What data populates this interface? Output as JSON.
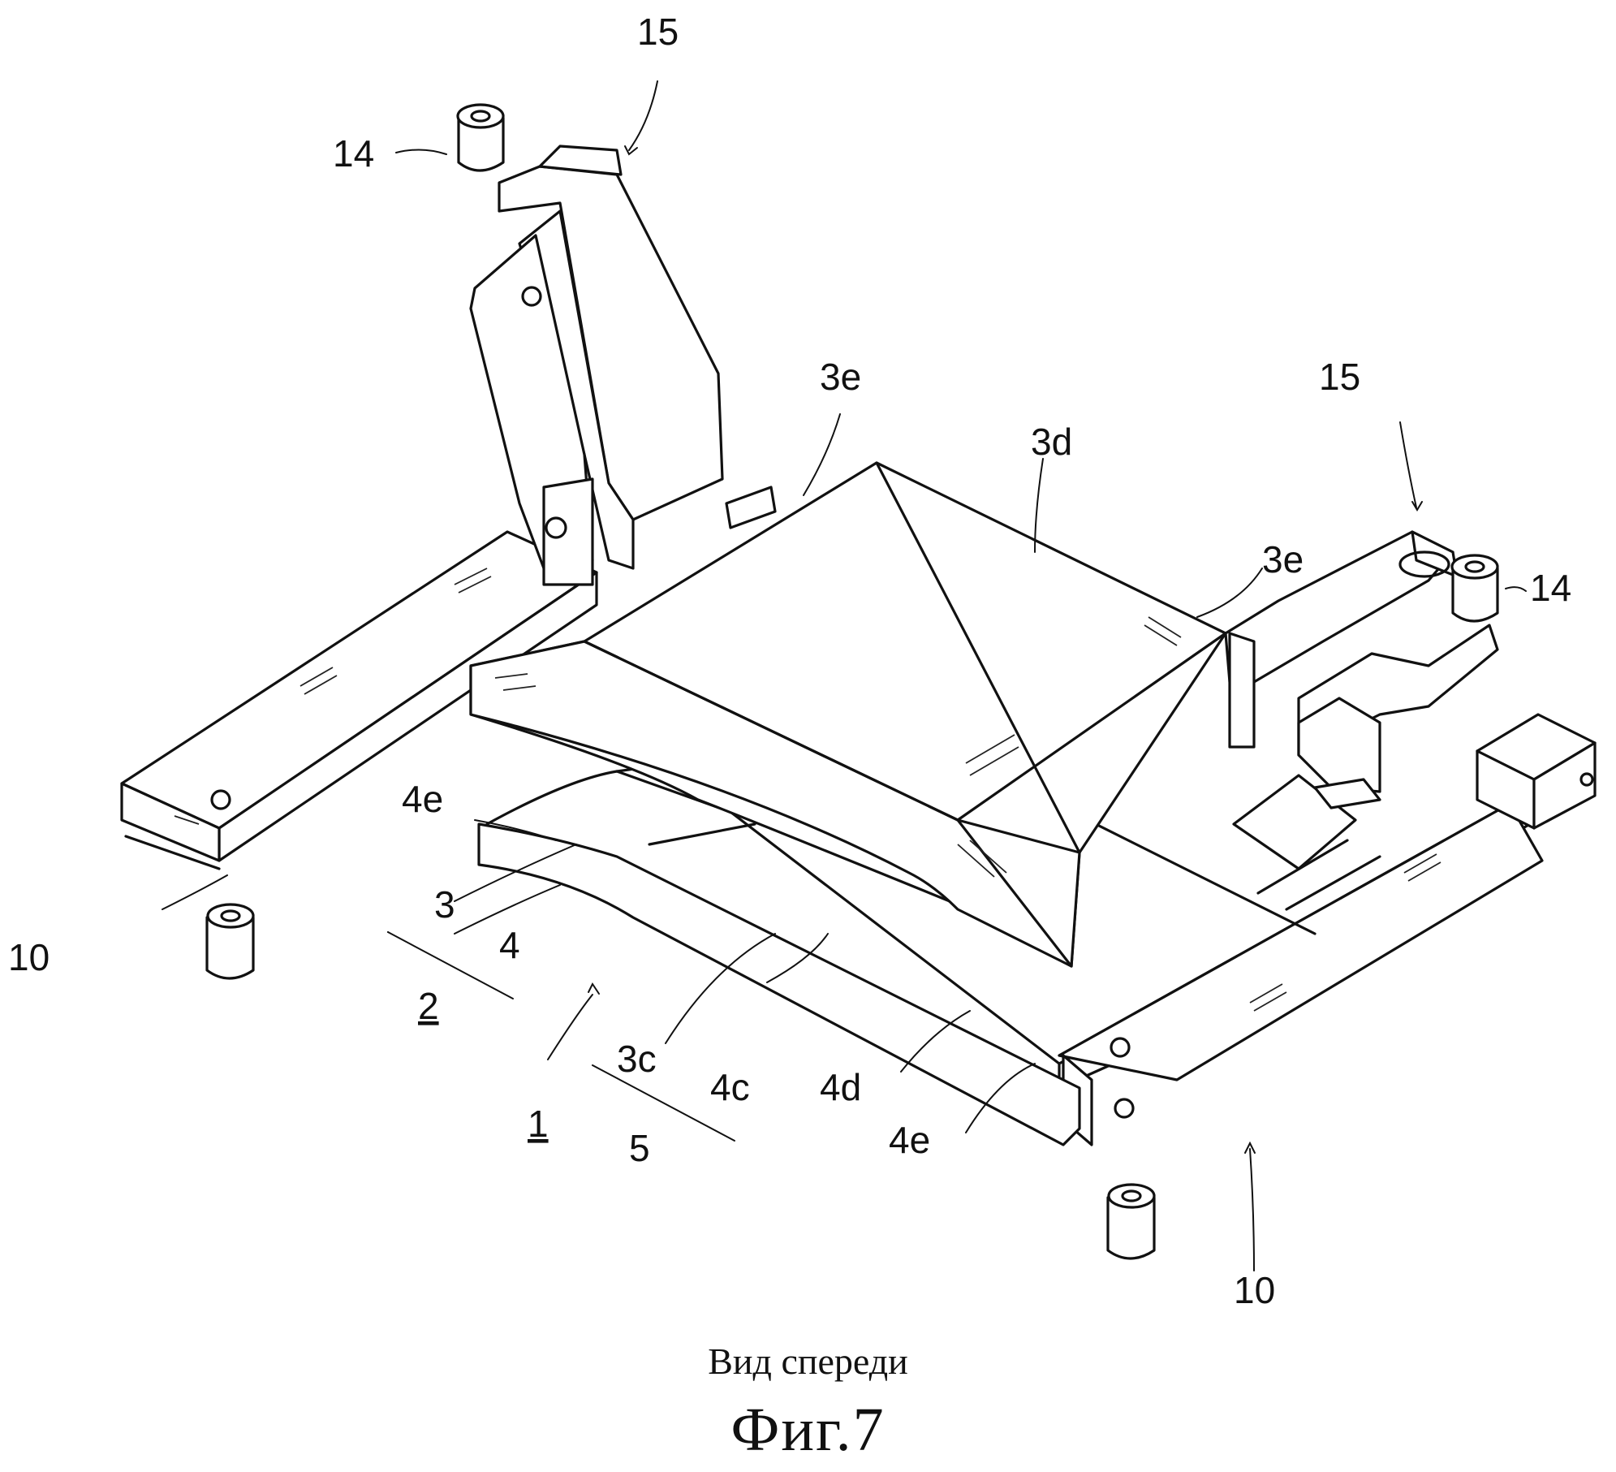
{
  "labels": {
    "l15_top": "15",
    "l14_top": "14",
    "l3e_top": "3e",
    "l3d": "3d",
    "l15_right": "15",
    "l3e_right": "3e",
    "l14_right": "14",
    "l4e_left": "4e",
    "l3": "3",
    "l4": "4",
    "l10_left": "10",
    "l2": "2",
    "l3c": "3c",
    "l1": "1",
    "l4c": "4c",
    "l5": "5",
    "l4d": "4d",
    "l4e_bottom": "4e",
    "l10_right": "10"
  },
  "caption": {
    "view": "Вид спереди",
    "figure": "Фиг.7"
  }
}
